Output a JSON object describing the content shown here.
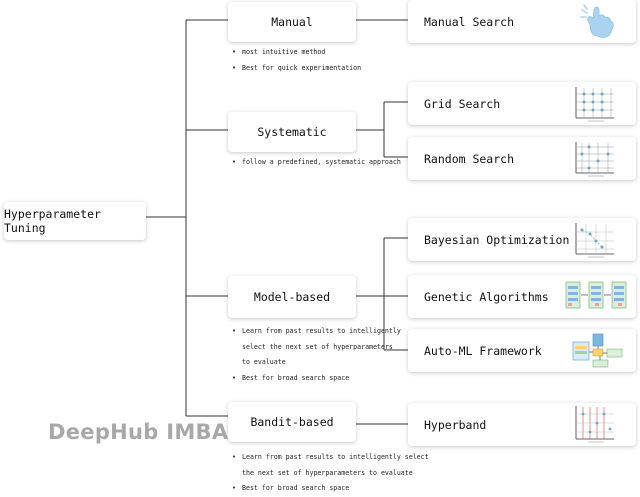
{
  "root": {
    "label": "Hyperparameter Tuning"
  },
  "categories": [
    {
      "label": "Manual",
      "notes": [
        [
          "most intuitive method"
        ],
        [
          "Best for quick experimentation"
        ]
      ]
    },
    {
      "label": "Systematic",
      "notes": [
        [
          "follow a predefined, systematic approach"
        ]
      ]
    },
    {
      "label": "Model-based",
      "notes": [
        [
          "Learn from past results to intelligently",
          "select the next set of hyperparameters",
          "to evaluate"
        ],
        [
          "Best for broad search space"
        ]
      ]
    },
    {
      "label": "Bandit-based",
      "notes": [
        [
          "Learn from past results to intelligently select",
          "the next set of hyperparameters to evaluate"
        ],
        [
          "Best for broad search space"
        ]
      ]
    }
  ],
  "methods": [
    {
      "label": "Manual Search",
      "icon": "hand-pointer-icon"
    },
    {
      "label": "Grid Search",
      "icon": "grid-search-plot-icon"
    },
    {
      "label": "Random Search",
      "icon": "random-search-plot-icon"
    },
    {
      "label": "Bayesian Optimization",
      "icon": "bayesian-plot-icon"
    },
    {
      "label": "Genetic Algorithms",
      "icon": "genetic-algorithm-icon"
    },
    {
      "label": "Auto-ML Framework",
      "icon": "automl-flow-icon"
    },
    {
      "label": "Hyperband",
      "icon": "hyperband-plot-icon"
    }
  ],
  "watermark": "DeepHub IMBA",
  "colors": {
    "line": "#333333",
    "plot_point": "#6aa7cf",
    "hand": "#a9d3ee"
  }
}
